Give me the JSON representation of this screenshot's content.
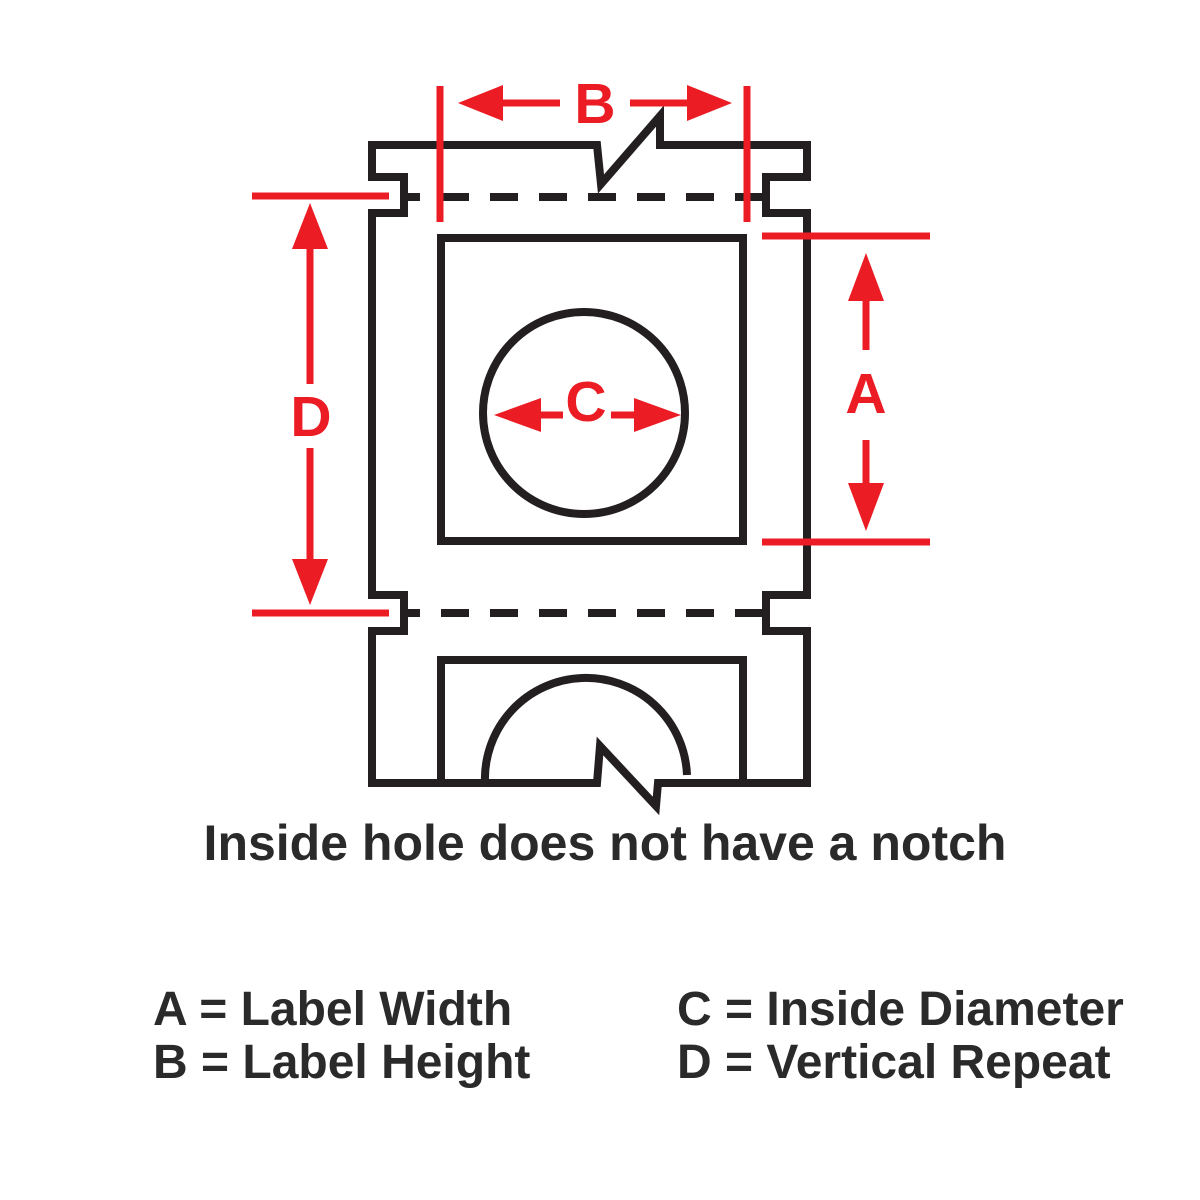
{
  "diagram": {
    "type": "label-roll-dimension-diagram",
    "colors": {
      "accent_red": "#ec1c24",
      "line_black": "#231f20",
      "background": "#ffffff"
    },
    "dimension_labels": {
      "a": "A",
      "b": "B",
      "c": "C",
      "d": "D"
    },
    "caption": "Inside hole does not have a notch",
    "legend": {
      "col1": [
        "A = Label Width",
        "B = Label Height"
      ],
      "col2": [
        "C = Inside Diameter",
        "D = Vertical Repeat"
      ]
    }
  }
}
